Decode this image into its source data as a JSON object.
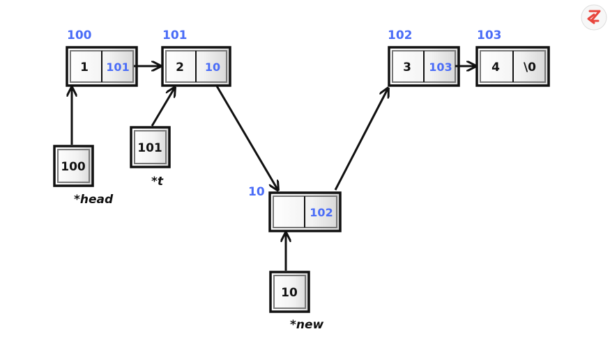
{
  "nodes": {
    "n100": {
      "address": "100",
      "data": "1",
      "next": "101"
    },
    "n101": {
      "address": "101",
      "data": "2",
      "next": "10"
    },
    "n10": {
      "address": "10",
      "data": "",
      "next": "102"
    },
    "n102": {
      "address": "102",
      "data": "3",
      "next": "103"
    },
    "n103": {
      "address": "103",
      "data": "4",
      "next": "\\0"
    }
  },
  "pointers": {
    "head": {
      "value": "100",
      "name": "*head"
    },
    "t": {
      "value": "101",
      "name": "*t"
    },
    "new": {
      "value": "10",
      "name": "*new"
    }
  },
  "colors": {
    "address": "#4a6cf7",
    "logo_accent": "#e8453c"
  },
  "logo": {
    "icon": "logo-icon"
  }
}
